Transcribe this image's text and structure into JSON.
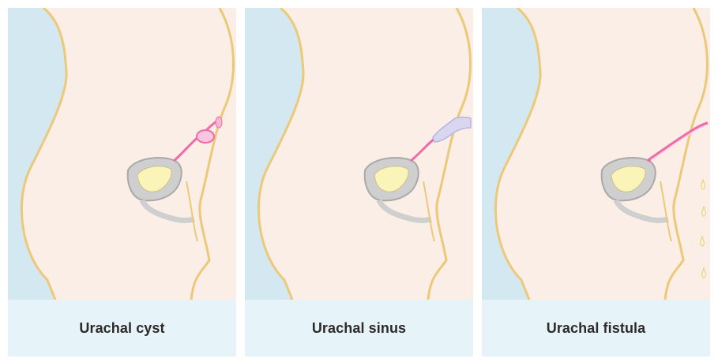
{
  "colors": {
    "background_blue": "#d4e8f1",
    "skin": "#fbeee7",
    "outline": "#ecc978",
    "urachus_pink": "#f06aa8",
    "bladder_grey": "#cfcfcf",
    "bladder_fill": "#fbf4b8",
    "sinus_lilac": "#d9d6f0",
    "caption_bg": "#e6f3f8"
  },
  "panels": [
    {
      "variant": "cyst",
      "caption": "Urachal cyst"
    },
    {
      "variant": "sinus",
      "caption": "Urachal sinus"
    },
    {
      "variant": "fistula",
      "caption": "Urachal fistula"
    }
  ]
}
